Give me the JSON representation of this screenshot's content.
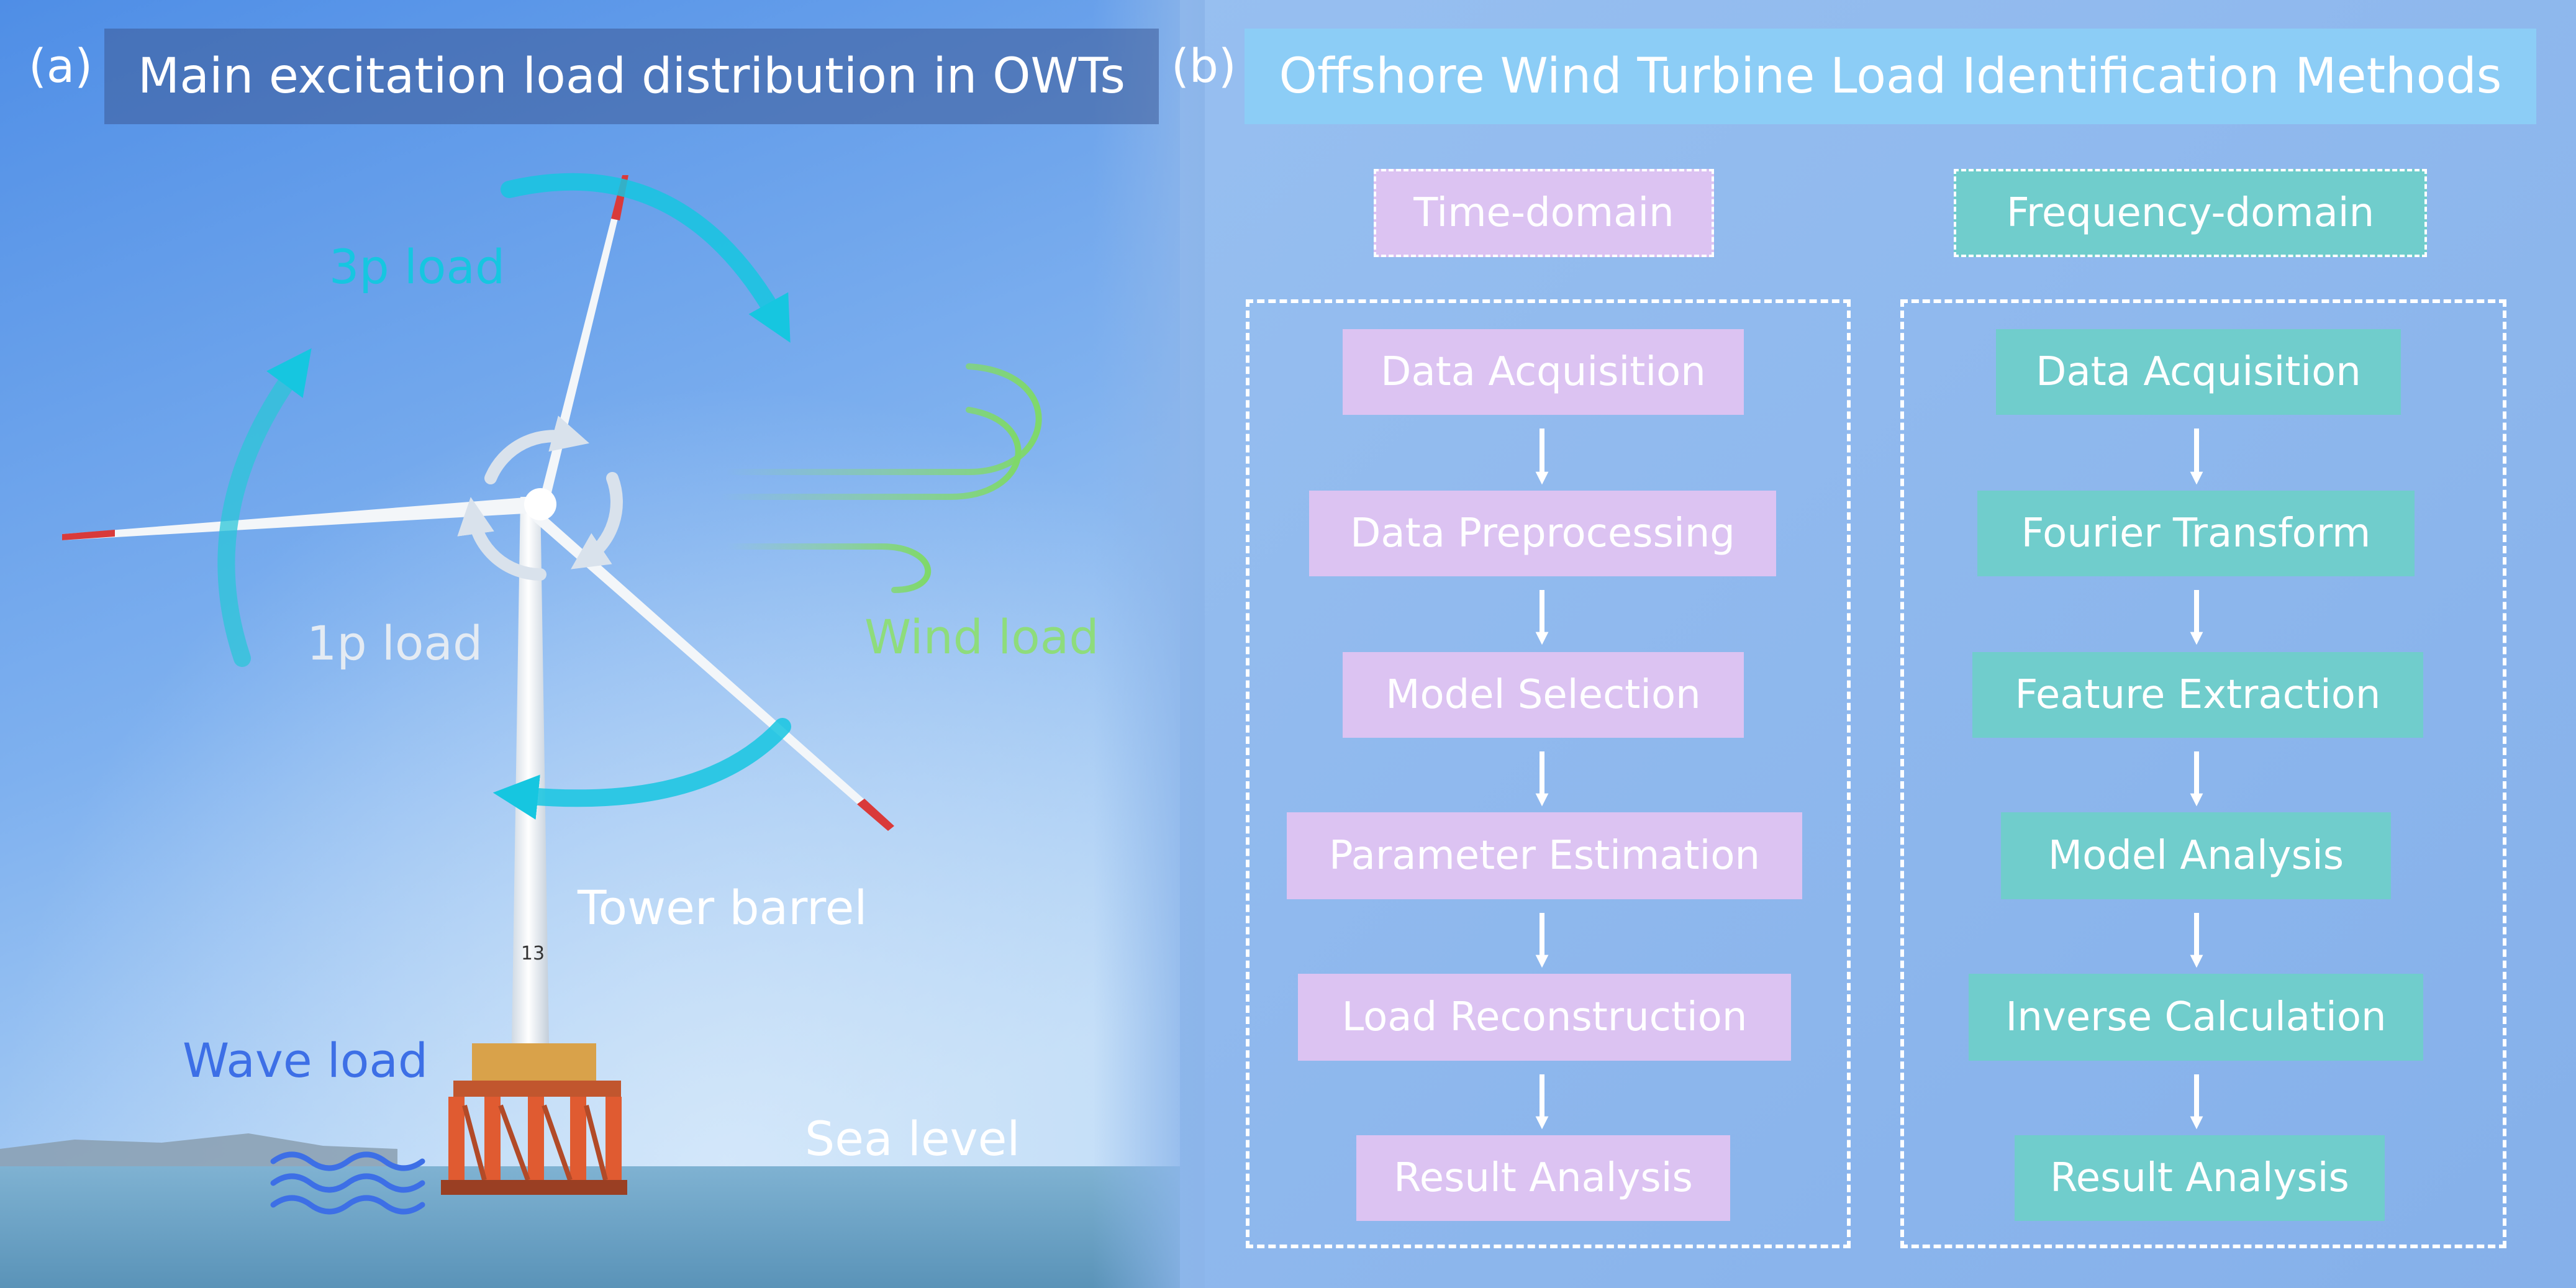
{
  "panel_a": {
    "label": "(a)",
    "title": "Main excitation load distribution in OWTs",
    "tower_number": "13",
    "loads": {
      "p3": "3p load",
      "p1": "1p load",
      "wind": "Wind load",
      "tower": "Tower barrel",
      "wave": "Wave load",
      "sea": "Sea level"
    },
    "colors": {
      "p3": "#16c6e0",
      "p1": "#e4ebf3",
      "wind": "#8edc7c",
      "wave": "#3d6fe6",
      "white": "#ffffff"
    }
  },
  "panel_b": {
    "label": "(b)",
    "title": "Offshore Wind Turbine Load Identification Methods",
    "time": {
      "header": "Time-domain",
      "steps": [
        "Data Acquisition",
        "Data Preprocessing",
        "Model Selection",
        "Parameter Estimation",
        "Load Reconstruction",
        "Result Analysis"
      ]
    },
    "freq": {
      "header": "Frequency-domain",
      "steps": [
        "Data Acquisition",
        "Fourier Transform",
        "Feature Extraction",
        "Model Analysis",
        "Inverse Calculation",
        "Result Analysis"
      ]
    },
    "colors": {
      "time_step": "#dcc3f2",
      "freq_step": "#70cdcc",
      "title_bg": "#8ccdf6",
      "panel_bg": "#8cb5ea"
    }
  }
}
